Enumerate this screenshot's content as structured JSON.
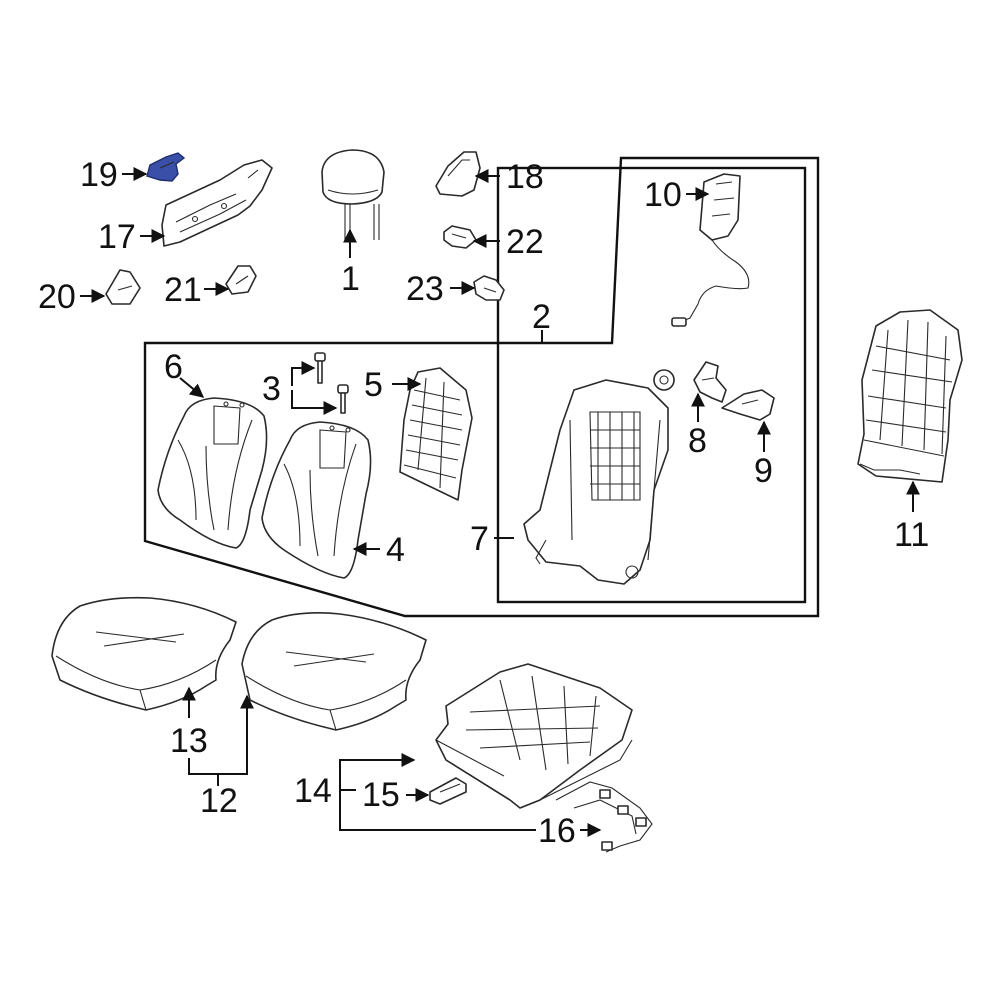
{
  "highlight_color": "#3a4fa8",
  "callouts": {
    "c1": "1",
    "c2": "2",
    "c3": "3",
    "c4": "4",
    "c5": "5",
    "c6": "6",
    "c7": "7",
    "c8": "8",
    "c9": "9",
    "c10": "10",
    "c11": "11",
    "c12": "12",
    "c13": "13",
    "c14": "14",
    "c15": "15",
    "c16": "16",
    "c17": "17",
    "c18": "18",
    "c19": "19",
    "c20": "20",
    "c21": "21",
    "c22": "22",
    "c23": "23"
  }
}
